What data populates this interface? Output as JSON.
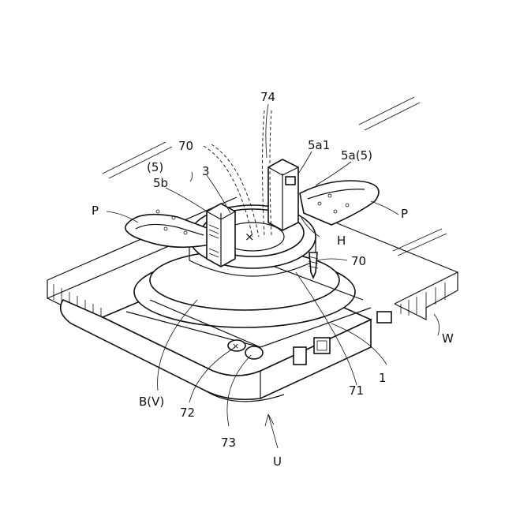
{
  "figure": {
    "labels": {
      "l74": "74",
      "l70a": "70",
      "l5a1": "5a1",
      "l5a5": "5a(5)",
      "l5p": "(5)",
      "l3": "3",
      "l5b": "5b",
      "lPleft": "P",
      "lPright": "P",
      "lH": "H",
      "l70b": "70",
      "lW": "W",
      "lBV": "B(V)",
      "l71": "71",
      "l1": "1",
      "l72": "72",
      "l73": "73",
      "lU": "U"
    }
  }
}
